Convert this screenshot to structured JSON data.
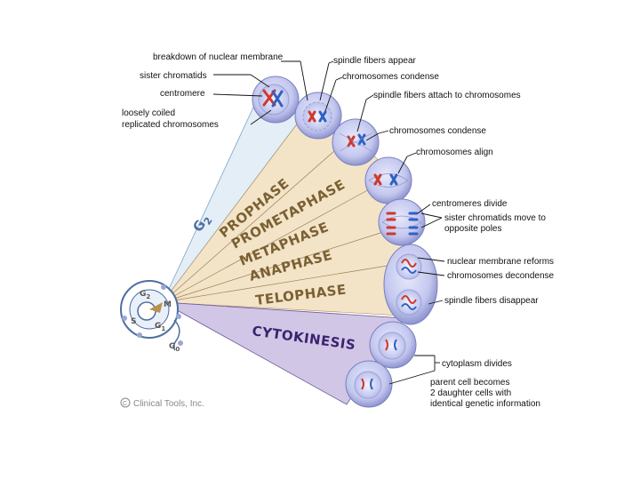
{
  "labels": {
    "breakdown_nuclear_membrane": "breakdown of nuclear membrane",
    "sister_chromatids": "sister chromatids",
    "centromere": "centromere",
    "loosely_coiled_1": "loosely coiled",
    "loosely_coiled_2": "replicated chromosomes",
    "spindle_fibers_appear": "spindle fibers appear",
    "chromosomes_condense_1": "chromosomes condense",
    "spindle_fibers_attach": "spindle fibers attach to chromosomes",
    "chromosomes_condense_2": "chromosomes condense",
    "chromosomes_align": "chromosomes align",
    "centromeres_divide": "centromeres divide",
    "sister_move_1": "sister chromatids move to",
    "sister_move_2": "opposite poles",
    "nuclear_membrane_reforms": "nuclear membrane reforms",
    "chromosomes_decondense": "chromosomes decondense",
    "spindle_fibers_disappear": "spindle fibers disappear",
    "cytoplasm_divides": "cytoplasm divides",
    "parent_cell_1": "parent cell becomes",
    "parent_cell_2": "2 daughter cells with",
    "parent_cell_3": "identical genetic information"
  },
  "phases": {
    "g2": "G",
    "g2_sub": "2",
    "prophase": "PROPHASE",
    "prometaphase": "PROMETAPHASE",
    "metaphase": "METAPHASE",
    "anaphase": "ANAPHASE",
    "telophase": "TELOPHASE",
    "cytokinesis": "CYTOKINESIS"
  },
  "cycle": {
    "g2": "G",
    "g2_sub": "2",
    "m": "M",
    "s": "S",
    "g1": "G",
    "g1_sub": "1",
    "g0": "G",
    "g0_sub": "0"
  },
  "copyright": "Clinical Tools, Inc.",
  "colors": {
    "mitosis_fan": "#f3e4c8",
    "g2_fan": "#e3eef7",
    "cytokinesis_fan": "#d2c6e6",
    "cell_fill": "#c9cdf0",
    "chromosome_red": "#d2372b",
    "chromosome_blue": "#2f61c4",
    "phase_text": "#7a6033",
    "cytokinesis_text": "#3a2470"
  }
}
